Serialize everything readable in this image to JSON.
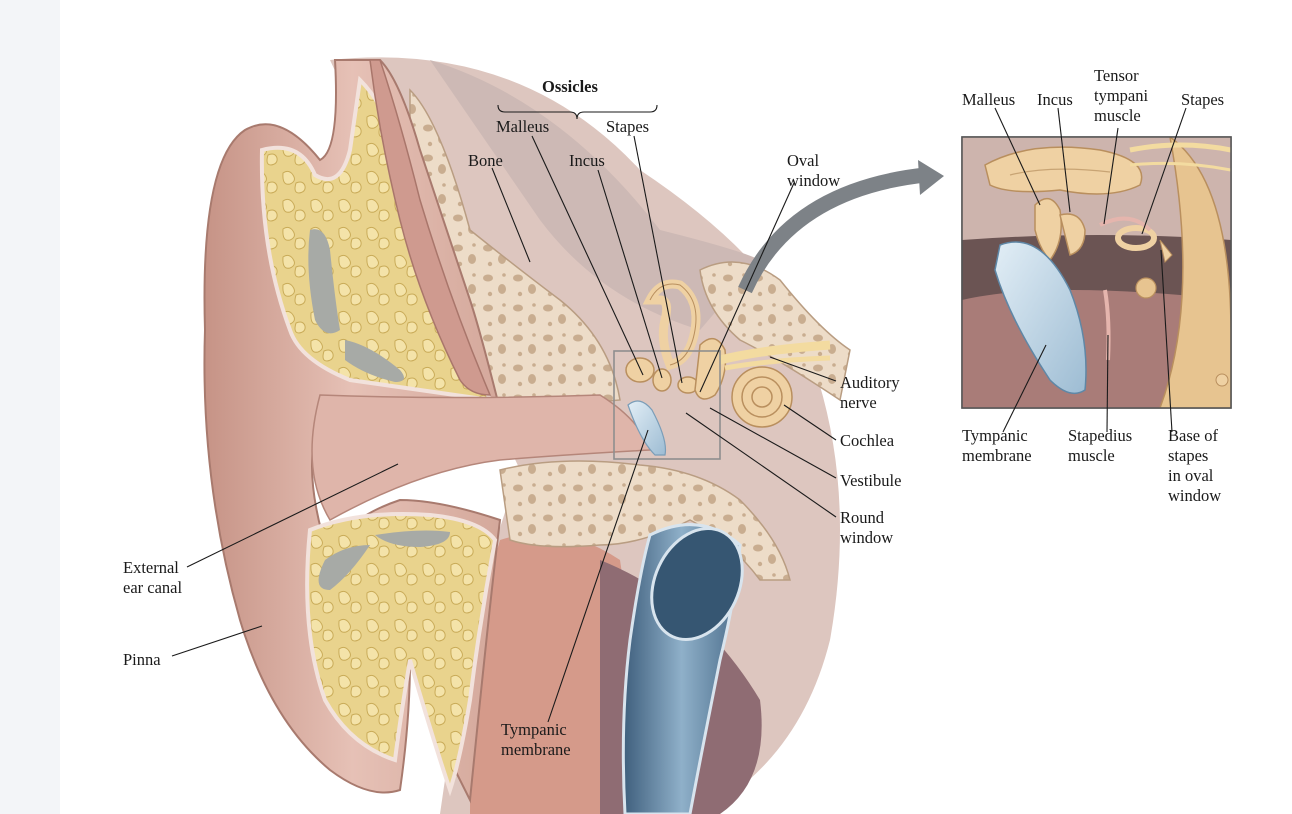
{
  "colors": {
    "page_background": "#ffffff",
    "left_strip": "#f3f5f8",
    "skin": "#d9aea3",
    "skin_dark": "#b9877c",
    "fat": "#e7cf86",
    "bone": "#ecdcc8",
    "bone_pore": "#c8ac8e",
    "ossicle": "#efd1a3",
    "nerve": "#f3dba0",
    "tympanic_membrane": "#bcd3e4",
    "eustachian_tube": "#5b7e9c",
    "muscle": "#c98a80",
    "arrow": "#7d8287"
  },
  "icons": [
    "magnify-arrow-icon"
  ],
  "labels": {
    "ossicles": "Ossicles",
    "malleus": "Malleus",
    "stapes": "Stapes",
    "bone": "Bone",
    "incus": "Incus",
    "oval_window": [
      "Oval",
      "window"
    ],
    "auditory_nerve": [
      "Auditory",
      "nerve"
    ],
    "cochlea": "Cochlea",
    "vestibule": "Vestibule",
    "round_window": [
      "Round",
      "window"
    ],
    "external_ear_canal": [
      "External",
      "ear canal"
    ],
    "pinna": "Pinna",
    "tympanic_membrane": [
      "Tympanic",
      "membrane"
    ]
  },
  "inset": {
    "malleus": "Malleus",
    "incus": "Incus",
    "tensor_tympani_muscle": [
      "Tensor",
      "tympani",
      "muscle"
    ],
    "stapes": "Stapes",
    "tympanic_membrane": [
      "Tympanic",
      "membrane"
    ],
    "stapedius_muscle": [
      "Stapedius",
      "muscle"
    ],
    "base_of_stapes": [
      "Base of",
      "stapes",
      "in oval",
      "window"
    ]
  }
}
